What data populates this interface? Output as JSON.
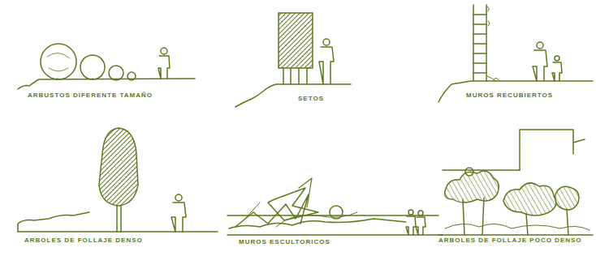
{
  "diagram": {
    "labels": [
      "ARBUSTOS DIFERENTE TAMAÑO",
      "SETOS",
      "MUROS RECUBIERTOS",
      "ARBOLES DE FOLLAJE DENSO",
      "MUROS ESCULTORICOS",
      "ARBOLES DE FOLLAJE POCO DENSO"
    ]
  }
}
